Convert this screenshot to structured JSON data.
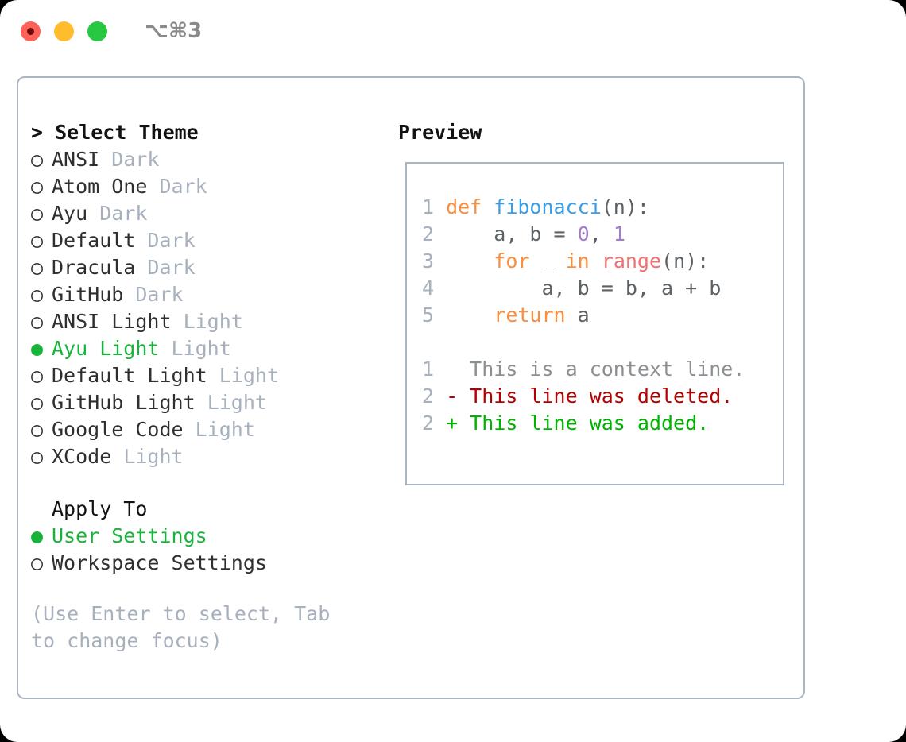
{
  "titlebar": {
    "shortcut": "⌥⌘3",
    "lights": [
      {
        "name": "close-button",
        "color": "#ff6058"
      },
      {
        "name": "minimize-button",
        "color": "#ffbd2e"
      },
      {
        "name": "maximize-button",
        "color": "#28c840"
      }
    ]
  },
  "theme_picker": {
    "title": "> Select Theme",
    "options": [
      {
        "marker": "○",
        "name": "ANSI",
        "variant": "Dark",
        "selected": false
      },
      {
        "marker": "○",
        "name": "Atom One",
        "variant": "Dark",
        "selected": false
      },
      {
        "marker": "○",
        "name": "Ayu",
        "variant": "Dark",
        "selected": false
      },
      {
        "marker": "○",
        "name": "Default",
        "variant": "Dark",
        "selected": false
      },
      {
        "marker": "○",
        "name": "Dracula",
        "variant": "Dark",
        "selected": false
      },
      {
        "marker": "○",
        "name": "GitHub",
        "variant": "Dark",
        "selected": false
      },
      {
        "marker": "○",
        "name": "ANSI Light",
        "variant": "Light",
        "selected": false
      },
      {
        "marker": "●",
        "name": "Ayu Light",
        "variant": "Light",
        "selected": true
      },
      {
        "marker": "○",
        "name": "Default Light",
        "variant": "Light",
        "selected": false
      },
      {
        "marker": "○",
        "name": "GitHub Light",
        "variant": "Light",
        "selected": false
      },
      {
        "marker": "○",
        "name": "Google Code",
        "variant": "Light",
        "selected": false
      },
      {
        "marker": "○",
        "name": "XCode",
        "variant": "Light",
        "selected": false
      }
    ]
  },
  "apply_to": {
    "heading": "Apply To",
    "options": [
      {
        "marker": "●",
        "label": "User Settings",
        "selected": true
      },
      {
        "marker": "○",
        "label": "Workspace Settings",
        "selected": false
      }
    ]
  },
  "hint": "(Use Enter to select, Tab to change focus)",
  "preview": {
    "title": "Preview",
    "code_lines": [
      {
        "num": "1",
        "tokens": [
          {
            "t": "def ",
            "c": "tok-kw"
          },
          {
            "t": "fibonacci",
            "c": "tok-fn"
          },
          {
            "t": "(n):",
            "c": "tok-punc"
          }
        ]
      },
      {
        "num": "2",
        "tokens": [
          {
            "t": "    a, b = ",
            "c": "tok-var"
          },
          {
            "t": "0",
            "c": "tok-num"
          },
          {
            "t": ", ",
            "c": "tok-var"
          },
          {
            "t": "1",
            "c": "tok-num"
          }
        ]
      },
      {
        "num": "3",
        "tokens": [
          {
            "t": "    ",
            "c": "tok-var"
          },
          {
            "t": "for",
            "c": "tok-kw"
          },
          {
            "t": " _ ",
            "c": "tok-var"
          },
          {
            "t": "in",
            "c": "tok-kw"
          },
          {
            "t": " ",
            "c": "tok-var"
          },
          {
            "t": "range",
            "c": "tok-call"
          },
          {
            "t": "(n):",
            "c": "tok-punc"
          }
        ]
      },
      {
        "num": "4",
        "tokens": [
          {
            "t": "        a, b = b, a + b",
            "c": "tok-var"
          }
        ]
      },
      {
        "num": "5",
        "tokens": [
          {
            "t": "    ",
            "c": "tok-var"
          },
          {
            "t": "return",
            "c": "tok-kw"
          },
          {
            "t": " a",
            "c": "tok-var"
          }
        ]
      }
    ],
    "diff_lines": [
      {
        "num": "1",
        "sign": " ",
        "text": " This is a context line.",
        "cls": "diff-ctx"
      },
      {
        "num": "2",
        "sign": "-",
        "text": " This line was deleted.",
        "cls": "diff-del"
      },
      {
        "num": "2",
        "sign": "+",
        "text": " This line was added.",
        "cls": "diff-add"
      }
    ]
  },
  "colors": {
    "accent_green": "#19b33c",
    "muted": "#a7b0bd",
    "border": "#aab4c2",
    "keyword": "#fa8d3e",
    "function": "#399ee6",
    "number": "#a37acc",
    "call": "#f07171",
    "diff_deleted": "#b30000",
    "diff_added": "#00b300"
  }
}
